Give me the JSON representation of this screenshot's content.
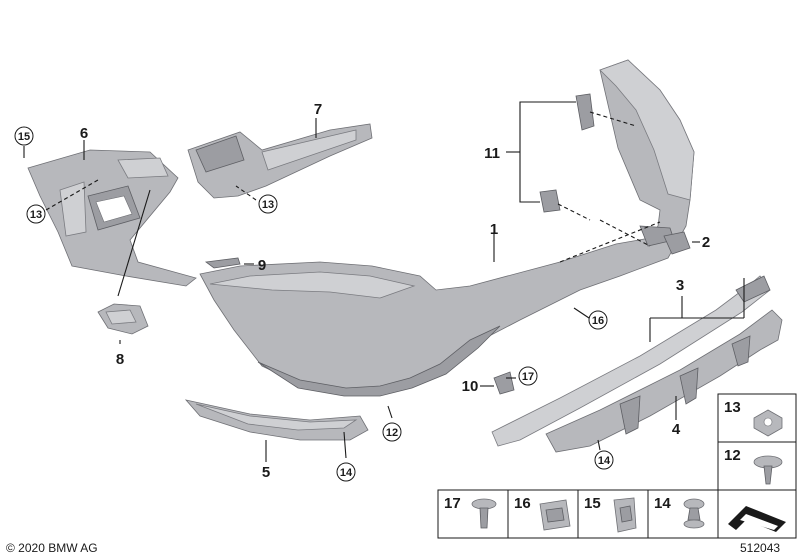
{
  "diagram": {
    "callouts": {
      "c1": "1",
      "c2": "2",
      "c3": "3",
      "c4": "4",
      "c5": "5",
      "c6": "6",
      "c7": "7",
      "c8": "8",
      "c9": "9",
      "c10": "10",
      "c11": "11"
    },
    "circled": {
      "c15_top": "15",
      "c13_left": "13",
      "c13_mid": "13",
      "c16": "16",
      "c17": "17",
      "c12": "12",
      "c14_left": "14",
      "c14_right": "14"
    },
    "legend": {
      "l13": "13",
      "l12": "12",
      "l17": "17",
      "l16": "16",
      "l15": "15",
      "l14": "14"
    },
    "copyright": "© 2020 BMW AG",
    "diagram_number": "512043"
  },
  "icons": {
    "bumper": "rear-bumper-trim-panel",
    "corner_cover": "bumper-corner-cover",
    "diffuser": "rear-diffuser-panel"
  },
  "colors": {
    "part_fill": "#b7b8bc",
    "line": "#1a1a1a",
    "background": "#ffffff"
  }
}
